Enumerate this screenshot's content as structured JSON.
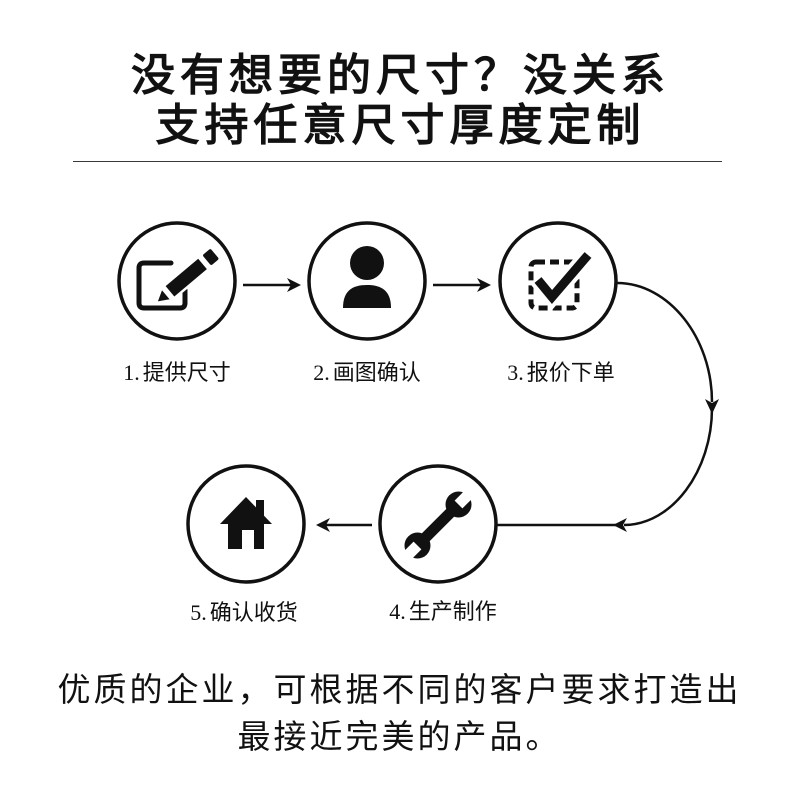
{
  "header": {
    "title_line1": "没有想要的尺寸？没关系",
    "title_line2": "支持任意尺寸厚度定制"
  },
  "steps": [
    {
      "number": "1.",
      "label": "提供尺寸",
      "icon": "edit-icon"
    },
    {
      "number": "2.",
      "label": "画图确认",
      "icon": "user-icon"
    },
    {
      "number": "3.",
      "label": "报价下单",
      "icon": "checkbox-icon"
    },
    {
      "number": "4.",
      "label": "生产制作",
      "icon": "wrench-icon"
    },
    {
      "number": "5.",
      "label": "确认收货",
      "icon": "house-icon"
    }
  ],
  "footer": {
    "line1": "优质的企业，可根据不同的客户要求打造出",
    "line2": "最接近完美的产品。"
  },
  "colors": {
    "ink": "#111111",
    "background": "#ffffff",
    "divider": "#3a3a3a"
  }
}
